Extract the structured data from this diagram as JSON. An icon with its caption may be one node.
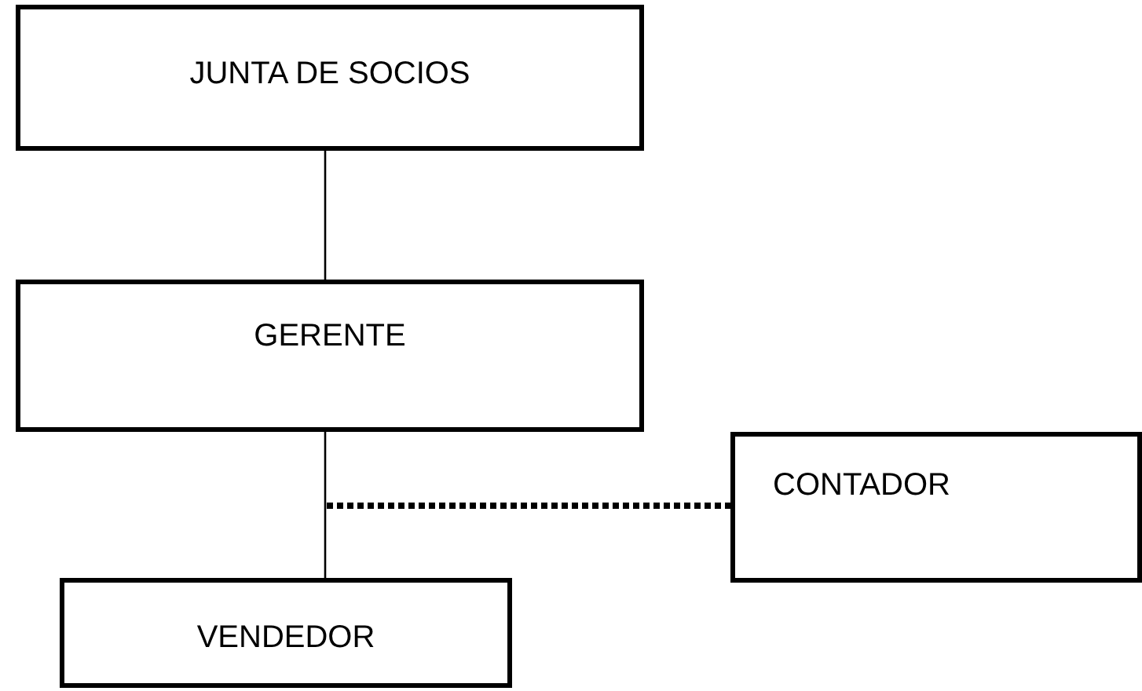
{
  "diagram": {
    "nodes": [
      {
        "text": [
          "JUNTA DE SOCIOS"
        ]
      },
      {
        "text": [
          "GERENTE"
        ]
      },
      {
        "text": [
          "CONTADOR"
        ]
      },
      {
        "text": [
          "VENDEDOR"
        ]
      }
    ],
    "edges": [
      {
        "from": 0,
        "to": 1,
        "arrow": "none"
      },
      {
        "from": 1,
        "to": 3,
        "arrow": "none"
      },
      {
        "from": null,
        "to": 2,
        "arrow": "none",
        "style": "dashed"
      }
    ]
  }
}
